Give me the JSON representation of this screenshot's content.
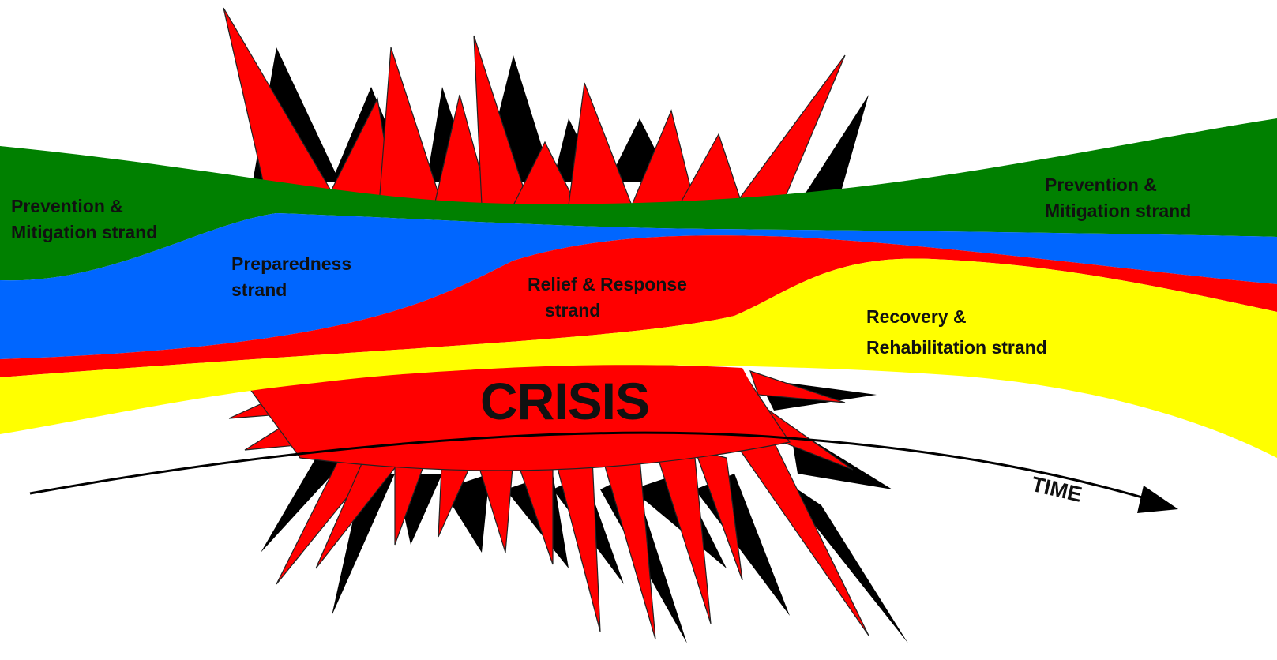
{
  "colors": {
    "prevention": "#008000",
    "preparedness": "#0066ff",
    "relief": "#ff0000",
    "recovery": "#ffff00",
    "burst_shadow": "#000000",
    "arrow": "#000000"
  },
  "labels": {
    "prevention_left_1": "Prevention &",
    "prevention_left_2": "Mitigation strand",
    "preparedness_1": "Preparedness",
    "preparedness_2": "strand",
    "relief_1": "Relief  & Response",
    "relief_2": "strand",
    "recovery_1": "Recovery &",
    "recovery_2": "Rehabilitation strand",
    "prevention_right_1": "Prevention &",
    "prevention_right_2": "Mitigation strand",
    "crisis": "CRISIS",
    "time": "TIME"
  }
}
